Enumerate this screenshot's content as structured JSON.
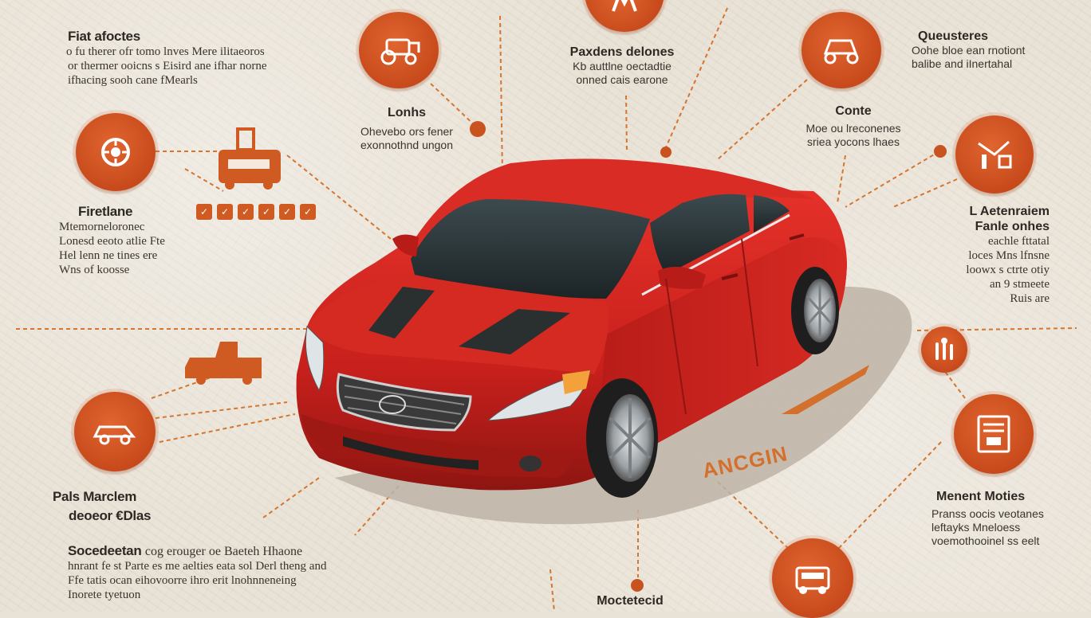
{
  "brand_color": "#c9511f",
  "car_color": "#c8201c",
  "labels": {
    "top_left": {
      "title": "Fiat afoctes",
      "lines": [
        "o fu therer ofr tomo lnves Mere ilitaeoros",
        "or thermer ooicns s Eisird ane ifhar norne",
        "ifhacing sooh cane fMearls"
      ]
    },
    "upper_mid_left": {
      "title": "Lonhs",
      "lines": [
        "Ohevebo ors fener",
        "exonnothnd ungon"
      ]
    },
    "top_center": {
      "title": "Paxdens delones",
      "lines": [
        "Kb auttlne oectadtie",
        "onned cais earone"
      ]
    },
    "upper_mid_right": {
      "title": "Conte",
      "lines": [
        "Moe ou lreconenes",
        "sriea yocons lhaes"
      ]
    },
    "top_right": {
      "title": "Queusteres",
      "lines": [
        "Oohe bloe ean rnotiont",
        "balibe and iInertahal"
      ]
    },
    "left": {
      "title": "Firetlane",
      "lines": [
        "Mtemorneloronec",
        "Lonesd eeoto atlie Fte",
        "Hel lenn ne tines ere",
        "Wns of koosse"
      ]
    },
    "right": {
      "title": "L Aetenraiem",
      "subtitle": "Fanle onhes",
      "lines": [
        "eachle fttatal",
        "loces Mns lfnsne",
        "loowx s ctrte otiy",
        "an 9 stmeete",
        "Ruis are"
      ]
    },
    "lower_left": {
      "title": "Pals Marclem",
      "subtitle": "deoeor €Dlas"
    },
    "lower_right": {
      "title": "Menent Moties",
      "lines": [
        "Pranss oocis veotanes",
        "leftayks Mneloess",
        "voemothooinel ss eelt"
      ]
    },
    "bottom_left": {
      "title": "Socedeetan",
      "title_rest": "cog erouger oe Baeteh Hhaone",
      "lines": [
        "hnrant fe st Parte es me aelties eata sol Derl theng and",
        "Ffe tatis ocan eihovoorre ihro erit lnohnneneing",
        "Inorete tyetuon"
      ]
    },
    "bottom_center": {
      "title": "Moctetecid"
    },
    "road_sign": "ANCGIN",
    "hood_chips": [
      "✓",
      "✓",
      "✓",
      "✓",
      "✓",
      "✓"
    ]
  },
  "icons": [
    "tractor-icon",
    "truck-icon",
    "cart-icon",
    "wheel-icon",
    "gear-icon",
    "seat-icon",
    "tools-icon",
    "panel-icon",
    "engine-icon",
    "sedan-icon",
    "pickup-icon"
  ]
}
